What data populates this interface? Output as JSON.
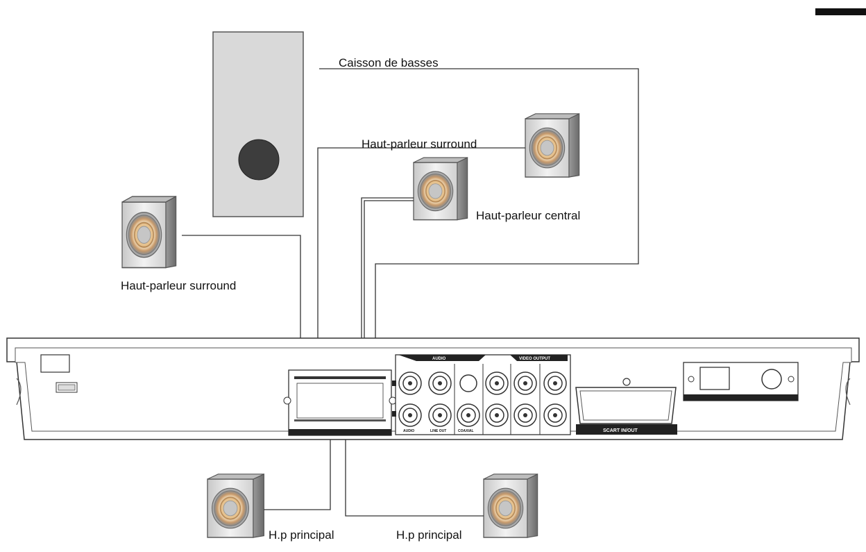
{
  "labels": {
    "subwoofer": "Caisson de basses",
    "surround_right": "Haut-parleur surround",
    "center": "Haut-parleur central",
    "surround_left": "Haut-parleur surround",
    "front_left": "H.p principal",
    "front_right": "H.p principal"
  },
  "panel": {
    "audio_header": "AUDIO",
    "video_output_header": "VIDEO OUTPUT",
    "audio_out_label": "AUDIO",
    "line_out_label": "LINE OUT",
    "coaxial_label": "COAXIAL",
    "scart_label": "SCART IN/OUT"
  }
}
